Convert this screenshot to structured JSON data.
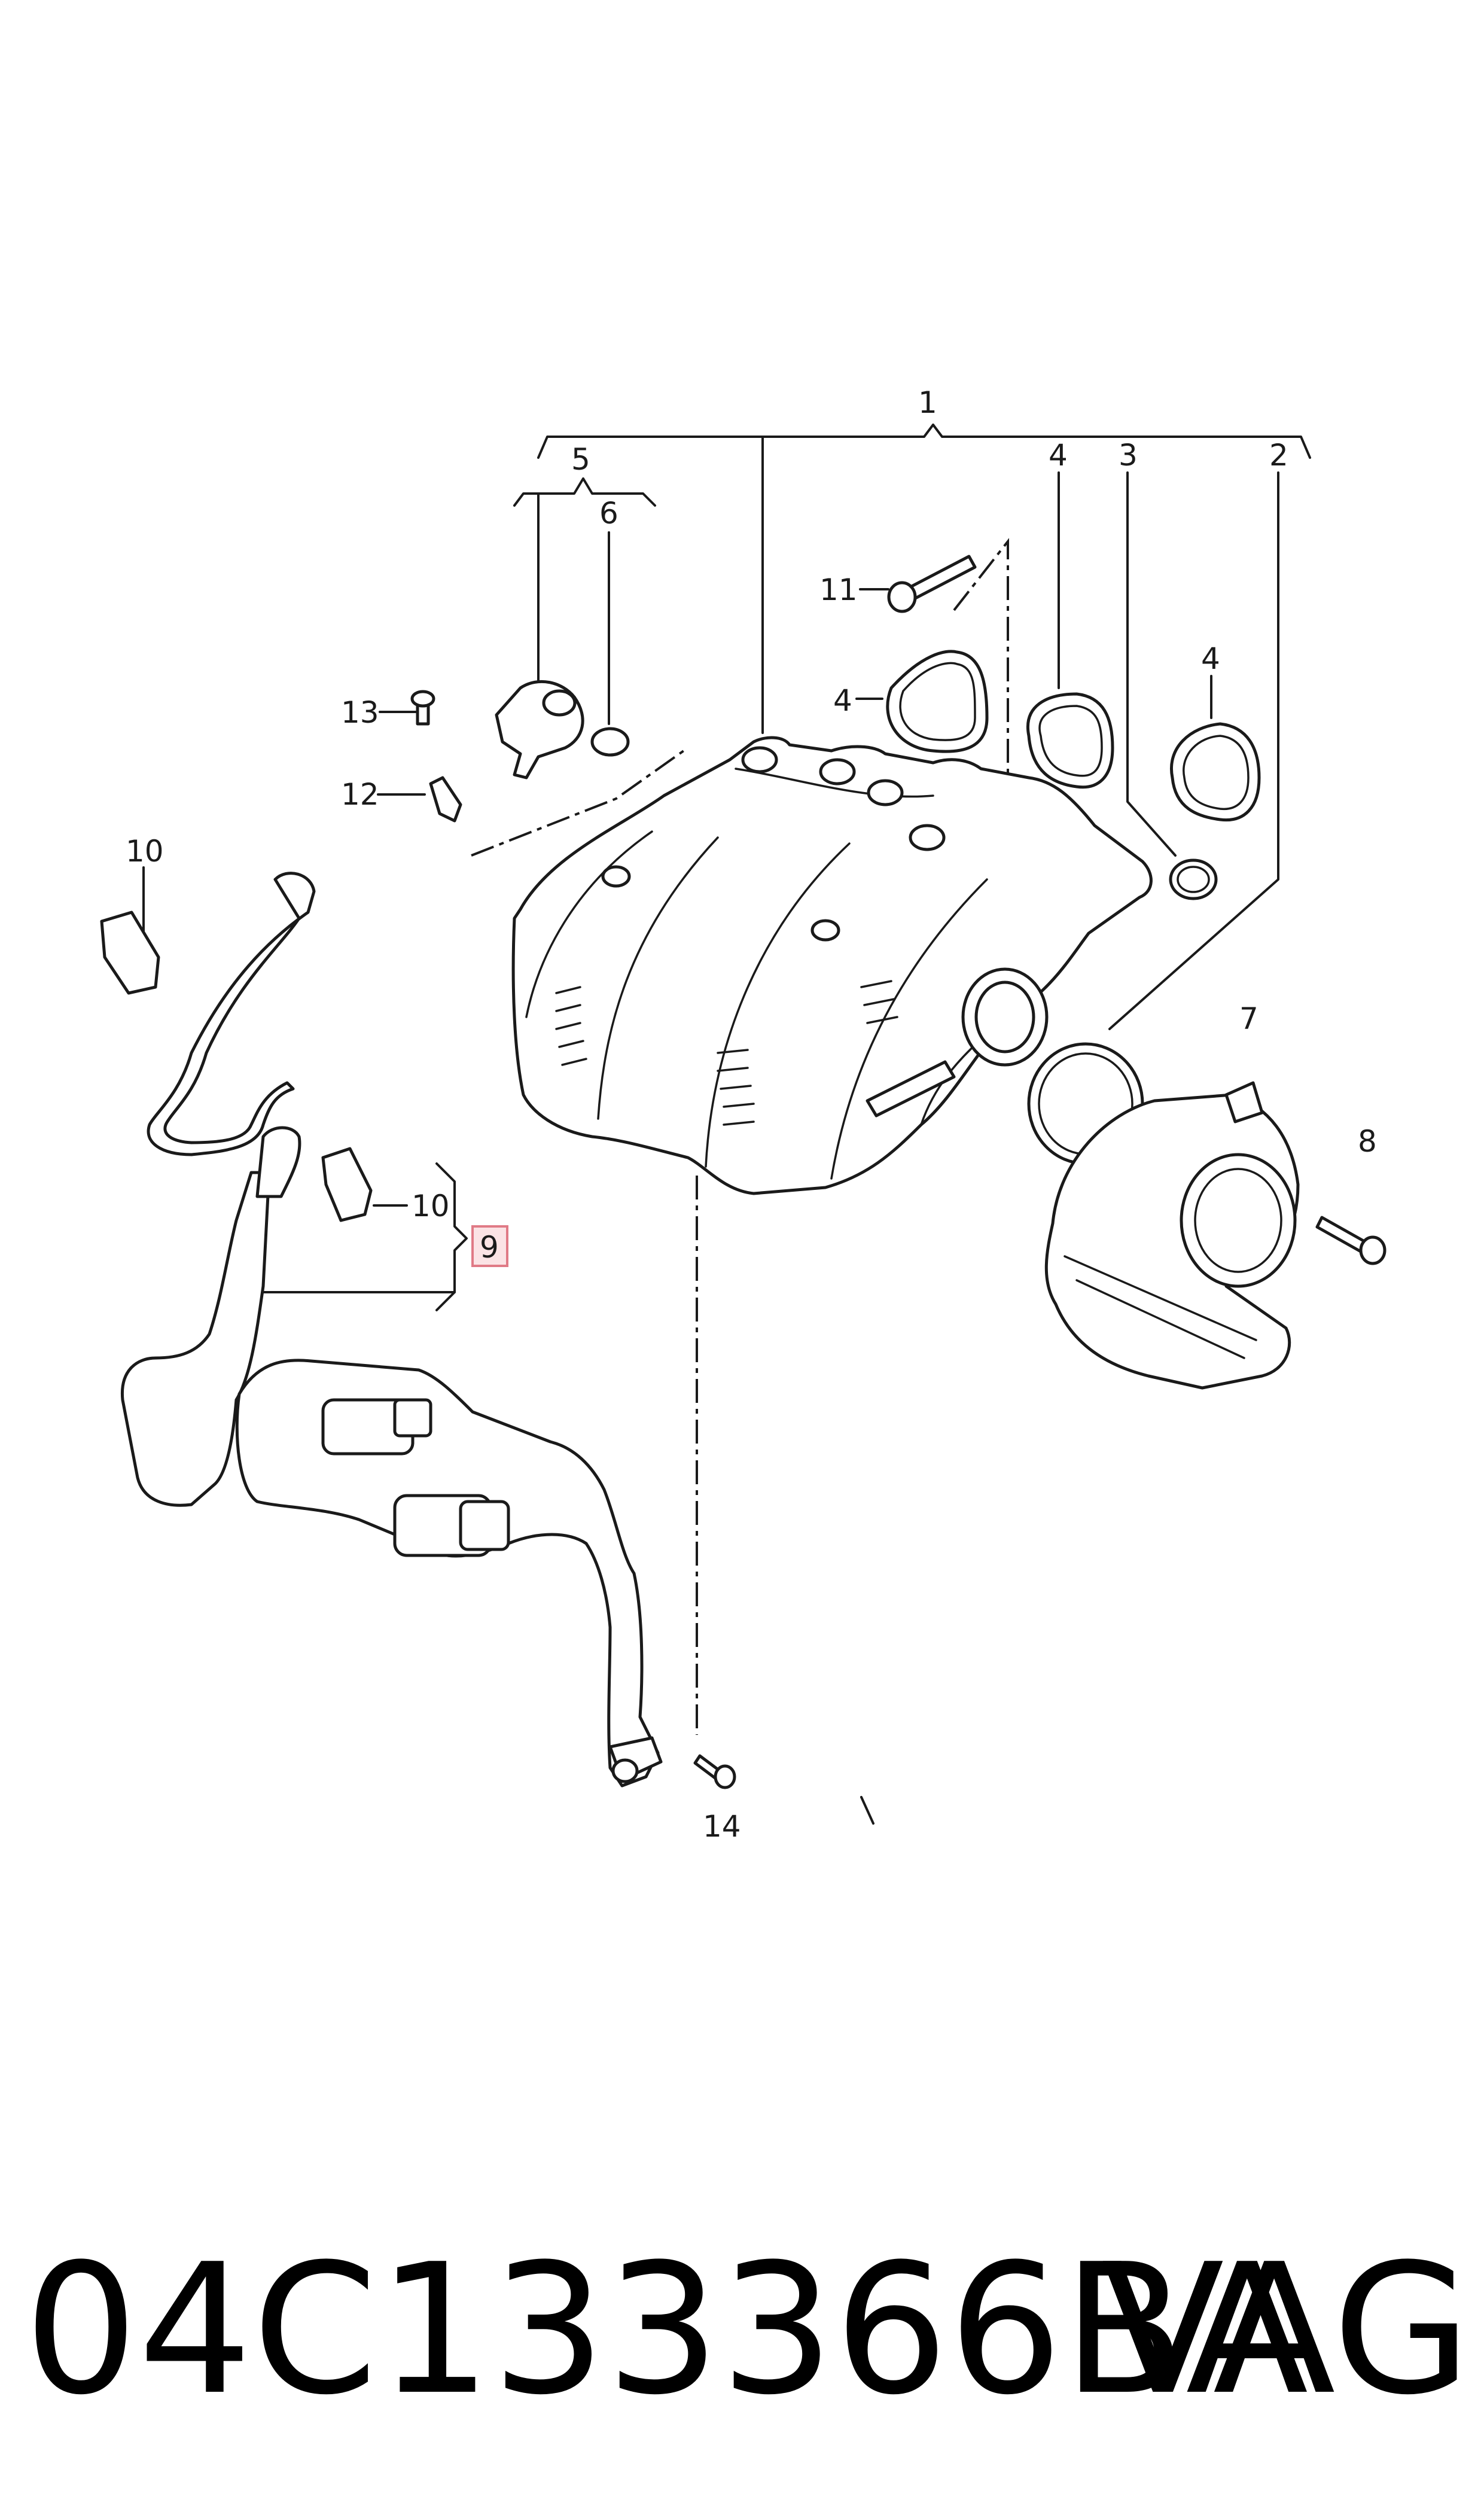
{
  "callouts": {
    "c1": "1",
    "c2": "2",
    "c3": "3",
    "c4a": "4",
    "c4b": "4",
    "c4c": "4",
    "c5": "5",
    "c6": "6",
    "c7": "7",
    "c8": "8",
    "c9": "9",
    "c10a": "10",
    "c10b": "10",
    "c11": "11",
    "c12": "12",
    "c13": "13",
    "c14": "14"
  },
  "highlight": {
    "callout": "9",
    "fill": "#fbe3e5",
    "stroke": "#e07a86"
  },
  "footer": {
    "part_number": "04C133366BA",
    "brand": "VAG"
  }
}
